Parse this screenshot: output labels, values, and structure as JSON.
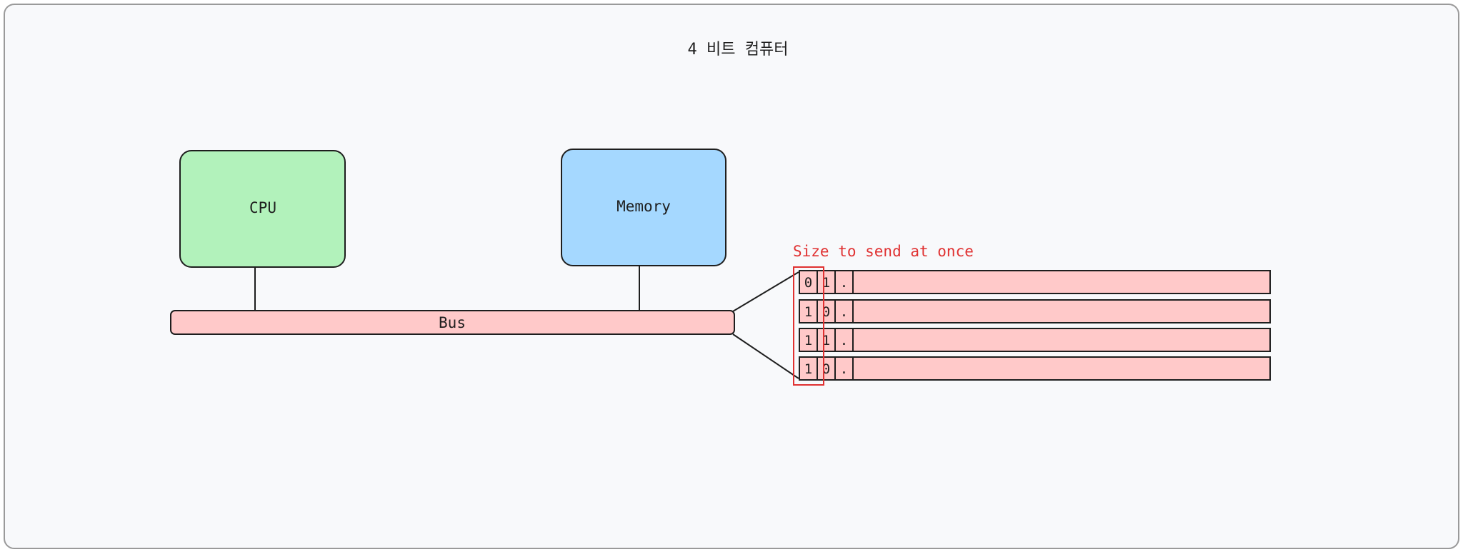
{
  "title": "4 비트 컴퓨터",
  "cpu": {
    "label": "CPU"
  },
  "memory": {
    "label": "Memory"
  },
  "bus": {
    "label": "Bus"
  },
  "annotation": {
    "label": "Size to send at once"
  },
  "bit_lines": [
    {
      "cells": [
        "0",
        "1",
        "."
      ]
    },
    {
      "cells": [
        "1",
        "0",
        "."
      ]
    },
    {
      "cells": [
        "1",
        "1",
        "."
      ]
    },
    {
      "cells": [
        "1",
        "0",
        "."
      ]
    }
  ],
  "colors": {
    "canvas_bg": "#f8f9fb",
    "canvas_border": "#9a9a9a",
    "cpu_fill": "#b2f2bb",
    "memory_fill": "#a5d8ff",
    "bus_fill": "#ffc9c9",
    "stroke": "#1e1e1e",
    "annotation": "#e03131"
  }
}
